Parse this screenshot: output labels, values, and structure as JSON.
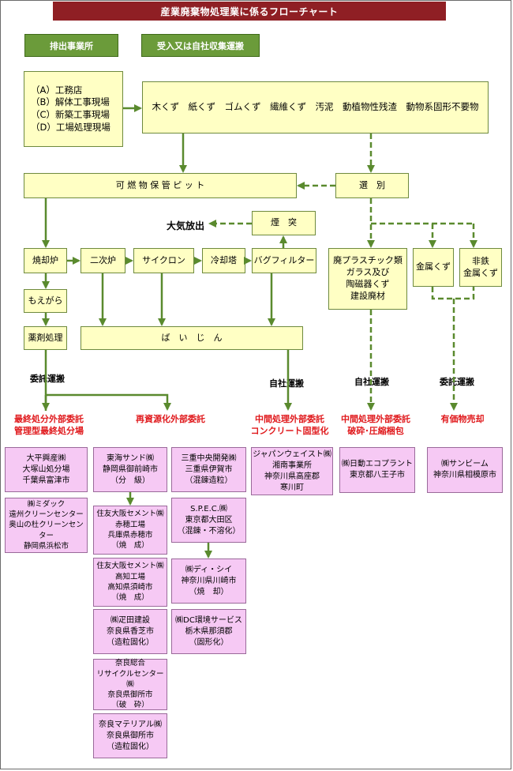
{
  "title": "産業廃棄物処理業に係るフローチャート",
  "headers": {
    "discharge": "排出事業所",
    "receive": "受入又は自社収集運搬"
  },
  "sources": [
    "（A）工務店",
    "（B）解体工事現場",
    "（C）新築工事現場",
    "（D）工場処理現場"
  ],
  "waste_types": "木くず　紙くず　ゴムくず　繊維くず　汚泥　動植物性残渣　動物系固形不要物",
  "process": {
    "storage_pit": "可 燃 物 保 管 ピ ッ ト",
    "sorting": "選　別",
    "chimney": "煙　突",
    "atmosphere": "大気放出",
    "incinerator": "焼却炉",
    "secondary_furnace": "二次炉",
    "cyclone": "サイクロン",
    "cooling_tower": "冷却塔",
    "bag_filter": "バグフィルター",
    "cinders": "もえがら",
    "chemical_treatment": "薬剤処理",
    "dust": "ば　い　じ　ん",
    "plastics": [
      "廃プラスチック類",
      "ガラス及び",
      "陶磁器くず",
      "建設廃材"
    ],
    "metal_scrap": "金属くず",
    "nonferrous": [
      "非鉄",
      "金属くず"
    ]
  },
  "transport": {
    "consigned_1": "委託運搬",
    "self_1": "自社運搬",
    "self_2": "自社運搬",
    "consigned_2": "委託運搬"
  },
  "categories": {
    "final": [
      "最終処分外部委託",
      "管理型最終処分場"
    ],
    "recycle": "再資源化外部委託",
    "intermediate_1": [
      "中間処理外部委託",
      "コンクリート固型化"
    ],
    "intermediate_2": [
      "中間処理外部委託",
      "破砕･圧縮梱包"
    ],
    "valuables": "有価物売却"
  },
  "contractors": {
    "taihei": [
      "大平興産㈱",
      "大塚山処分場",
      "千葉県富津市"
    ],
    "midak": [
      "㈱ミダック",
      "遠州クリーンセンター",
      "奥山の杜クリーンセンター",
      "静岡県浜松市"
    ],
    "tokai": [
      "東海サンド㈱",
      "静岡県御前崎市",
      "（分　級）"
    ],
    "sumitomo_ako": [
      "住友大阪セメント㈱",
      "赤穂工場",
      "兵庫県赤穂市",
      "（焼　成）"
    ],
    "sumitomo_kochi": [
      "住友大阪セメント㈱",
      "高知工場",
      "高知県須崎市",
      "（焼　成）"
    ],
    "masada": [
      "㈱疋田建設",
      "奈良県香芝市",
      "（造粒固化）"
    ],
    "nara_sogo": [
      "奈良総合",
      "リサイクルセンター㈱",
      "奈良県御所市",
      "（破　砕）"
    ],
    "nara_material": [
      "奈良マテリアル㈱",
      "奈良県御所市",
      "（造粒固化）"
    ],
    "mie_chuo": [
      "三重中央開発㈱",
      "三重県伊賀市",
      "（混錬造粒）"
    ],
    "spec": [
      "S.P.E.C.㈱",
      "東京都大田区",
      "（混錬・不溶化）"
    ],
    "d_shii": [
      "㈱ディ・シイ",
      "神奈川県川崎市",
      "（焼　却）"
    ],
    "dc_kankyo": [
      "㈱DC環境サービス",
      "栃木県那須郡",
      "（固形化）"
    ],
    "japan_waste": [
      "ジャパンウェイスト㈱",
      "湘南事業所",
      "神奈川県高座郡",
      "寒川町"
    ],
    "nichido": [
      "㈱日動エコプラント",
      "東京都八王子市"
    ],
    "sunbeam": [
      "㈱サンビーム",
      "神奈川県相模原市"
    ]
  },
  "colors": {
    "title_bg": "#8f1f24",
    "header_green": "#6b9b3a",
    "box_yellow": "#ffffc4",
    "contractor_pink": "#f6c9f4",
    "arrow_green": "#5a8a2e",
    "category_red": "#e0191c"
  }
}
